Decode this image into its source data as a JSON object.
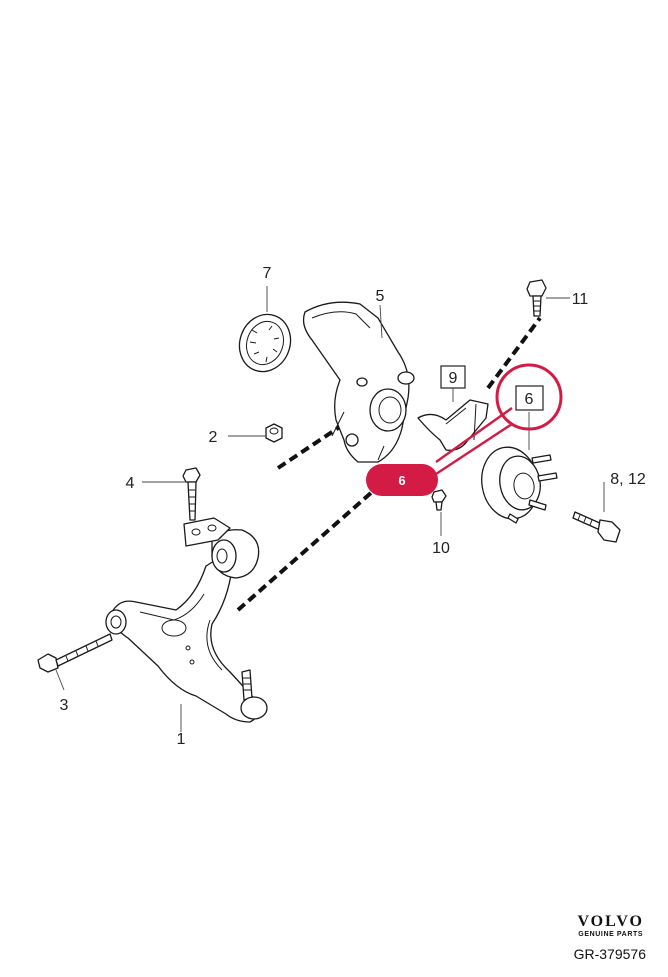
{
  "callouts": {
    "c1": "1",
    "c2": "2",
    "c3": "3",
    "c4": "4",
    "c5": "5",
    "c6": "6",
    "c7": "7",
    "c8_12": "8, 12",
    "c9": "9",
    "c10": "10",
    "c11": "11",
    "highlight": "6"
  },
  "branding": {
    "logo": "VOLVO",
    "subtitle": "GENUINE PARTS",
    "reference": "GR-379576"
  },
  "colors": {
    "highlight": "#d41b45",
    "line": "#1a1a1a"
  }
}
